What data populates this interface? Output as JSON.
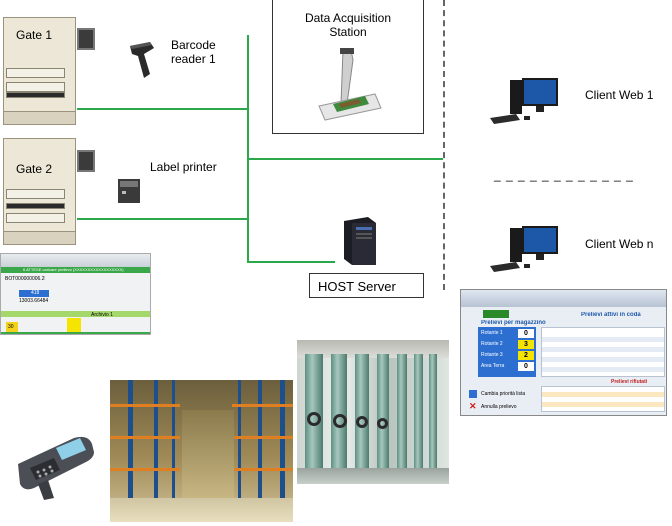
{
  "gate1": {
    "label": "Gate 1"
  },
  "gate2": {
    "label": "Gate 2"
  },
  "barcode_reader": {
    "label_line1": "Barcode",
    "label_line2": "reader 1"
  },
  "label_printer": {
    "label": "Label printer"
  },
  "data_acquisition": {
    "label_line1": "Data Acquisition",
    "label_line2": "Station"
  },
  "host_server": {
    "label": "HOST Server"
  },
  "client_web_1": {
    "label": "Client Web 1"
  },
  "client_web_n": {
    "label": "Client Web n"
  },
  "separator": {
    "text": "_ _ _ _ _ _ _ _ _ _ _ _"
  },
  "colors": {
    "network_line": "#2aa84a",
    "dashed_divider": "#666666",
    "panel_green": "#3aa84a",
    "panel_blue": "#2d6fd1"
  },
  "terminal_screen": {
    "bar_title": "6 ATTESE caricare prelievo (XXXXXXXXXXXXXXXXXX)",
    "code1": "BOT000000006.2L",
    "code2": "13003.66484",
    "count": "418",
    "archive": "Archivio 1",
    "digit": "30"
  },
  "web_client_screen": {
    "title": "Prelievi per magazzino",
    "title2": "Prelievi attivi in coda",
    "footer": "Prelievi rifiutati",
    "rows": [
      {
        "name": "Rotante 1",
        "value": "0"
      },
      {
        "name": "Rotante 2",
        "value": "3"
      },
      {
        "name": "Rotante 3",
        "value": "2"
      },
      {
        "name": "Area Terra",
        "value": "0"
      }
    ],
    "action1": "Cambia priorità lista",
    "action2": "Annulla prelievo"
  },
  "icons": [
    "gate-machine-icon",
    "barcode-scanner-icon",
    "label-printer-icon",
    "document-camera-icon",
    "server-tower-icon",
    "desktop-computer-icon",
    "handheld-terminal-icon"
  ]
}
